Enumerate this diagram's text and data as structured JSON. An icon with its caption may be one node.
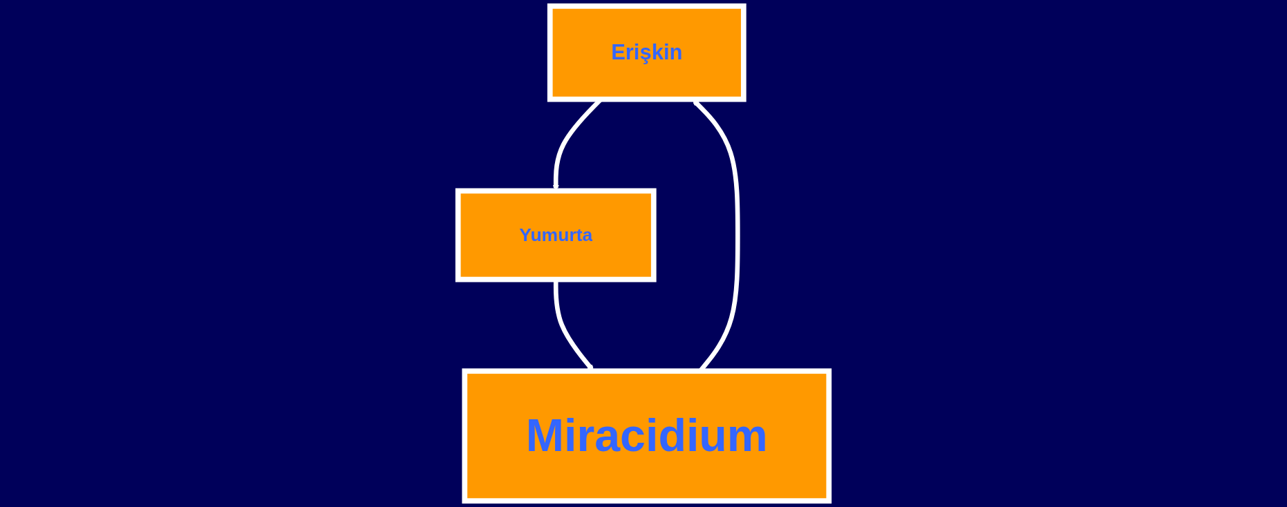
{
  "diagram": {
    "nodes": [
      {
        "text": [
          "Erişkin"
        ]
      },
      {
        "text": [
          "Yumurta"
        ]
      },
      {
        "text": [
          "Miracidium"
        ]
      }
    ],
    "edges": [
      {
        "from": 0,
        "to": 1,
        "arrow": "to"
      },
      {
        "from": 1,
        "to": 2,
        "arrow": "to"
      },
      {
        "from": 2,
        "to": 0,
        "arrow": "to"
      }
    ]
  }
}
